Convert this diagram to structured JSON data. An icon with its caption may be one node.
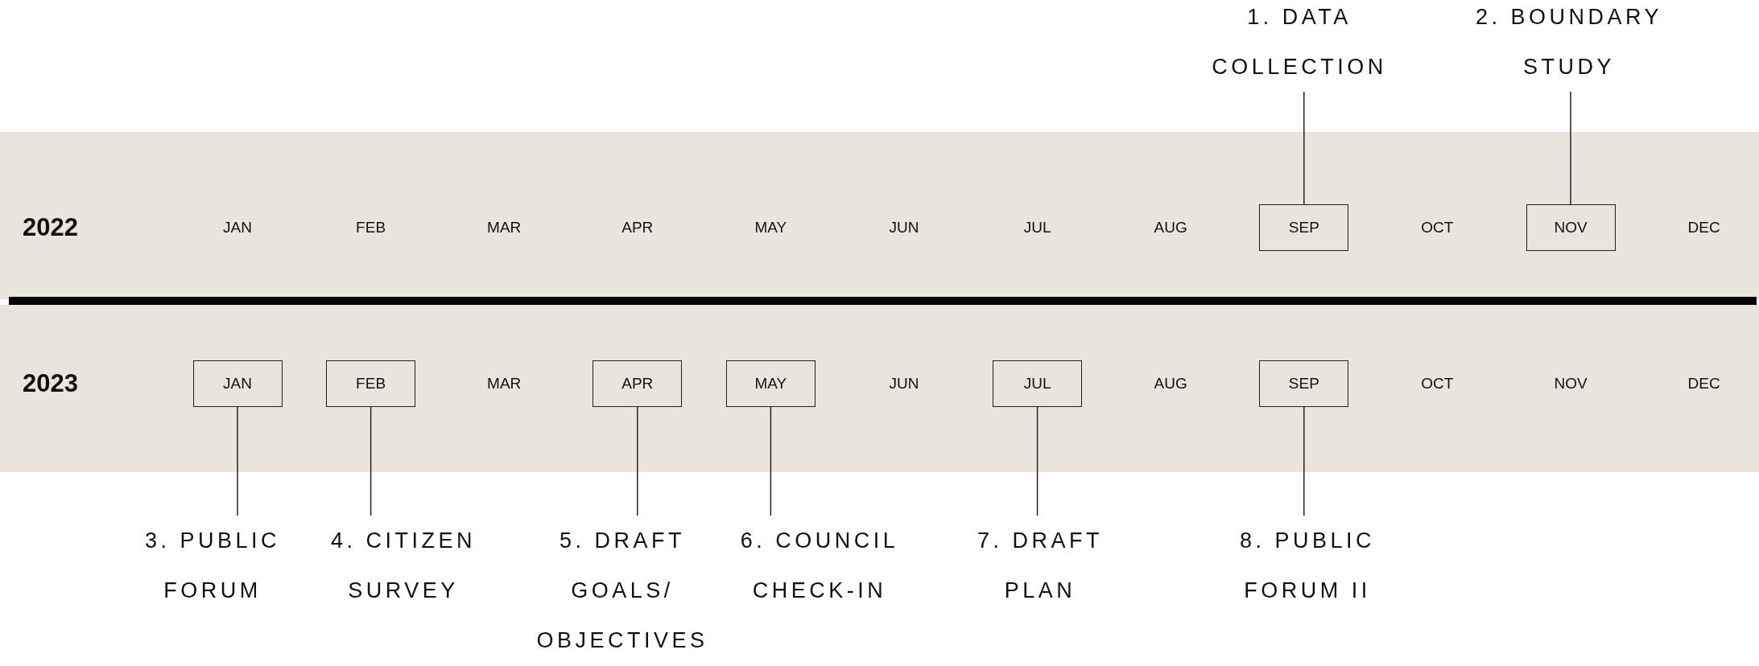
{
  "diagram": {
    "nodes": [
      {
        "text": [
          "1. DATA COLLECTION"
        ]
      },
      {
        "text": [
          "2. BOUNDARY STUDY"
        ]
      },
      {
        "text": [
          "2022"
        ]
      },
      {
        "text": [
          "SEP"
        ],
        "in": 2
      },
      {
        "text": [
          "NOV"
        ],
        "in": 2
      },
      {
        "text": [
          "2023"
        ]
      },
      {
        "text": [
          "JAN"
        ],
        "in": 5
      },
      {
        "text": [
          "FEB"
        ],
        "in": 5
      },
      {
        "text": [
          "APR"
        ],
        "in": 5
      },
      {
        "text": [
          "MAY"
        ],
        "in": 5
      },
      {
        "text": [
          "JUL"
        ],
        "in": 5
      },
      {
        "text": [
          "SEP"
        ],
        "in": 5
      },
      {
        "text": [
          "3. PUBLIC FORUM"
        ]
      },
      {
        "text": [
          "4. CITIZEN SURVEY"
        ]
      },
      {
        "text": [
          "5. DRAFT GOALS/ OBJECTIVES"
        ]
      },
      {
        "text": [
          "6. COUNCIL CHECK-IN"
        ]
      },
      {
        "text": [
          "7. DRAFT PLAN"
        ]
      },
      {
        "text": [
          "8. PUBLIC FORUM II"
        ]
      }
    ],
    "edges": [
      {
        "from": 0,
        "to": 3,
        "arrow": "none"
      },
      {
        "from": 1,
        "to": 4,
        "arrow": "none"
      },
      {
        "from": 6,
        "to": 12,
        "arrow": "none"
      },
      {
        "from": 7,
        "to": 13,
        "arrow": "none"
      },
      {
        "from": 8,
        "to": 14,
        "arrow": "none"
      },
      {
        "from": 9,
        "to": 15,
        "arrow": "none"
      },
      {
        "from": 10,
        "to": 16,
        "arrow": "none"
      },
      {
        "from": 11,
        "to": 17,
        "arrow": "none"
      }
    ],
    "labels": [
      "JAN",
      "FEB",
      "MAR",
      "APR",
      "MAY",
      "JUN",
      "JUL",
      "AUG",
      "OCT",
      "DEC",
      "MAR",
      "JUN",
      "AUG",
      "OCT",
      "NOV",
      "DEC"
    ]
  }
}
